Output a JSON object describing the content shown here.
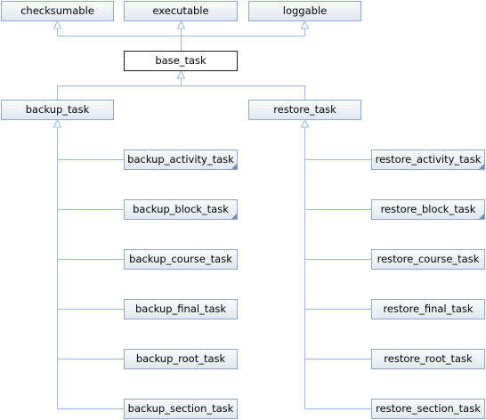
{
  "diagram": {
    "type": "inheritance-graph",
    "edge_color": "#9bbce0",
    "current_class": "base_task",
    "interfaces": [
      {
        "id": "checksumable",
        "label": "checksumable"
      },
      {
        "id": "executable",
        "label": "executable"
      },
      {
        "id": "loggable",
        "label": "loggable"
      }
    ],
    "base": {
      "id": "base_task",
      "label": "base_task"
    },
    "backup": {
      "parent": {
        "id": "backup_task",
        "label": "backup_task"
      },
      "children": [
        {
          "id": "backup_activity_task",
          "label": "backup_activity_task",
          "has_more": true
        },
        {
          "id": "backup_block_task",
          "label": "backup_block_task",
          "has_more": true
        },
        {
          "id": "backup_course_task",
          "label": "backup_course_task",
          "has_more": false
        },
        {
          "id": "backup_final_task",
          "label": "backup_final_task",
          "has_more": false
        },
        {
          "id": "backup_root_task",
          "label": "backup_root_task",
          "has_more": false
        },
        {
          "id": "backup_section_task",
          "label": "backup_section_task",
          "has_more": false
        }
      ]
    },
    "restore": {
      "parent": {
        "id": "restore_task",
        "label": "restore_task"
      },
      "children": [
        {
          "id": "restore_activity_task",
          "label": "restore_activity_task",
          "has_more": true
        },
        {
          "id": "restore_block_task",
          "label": "restore_block_task",
          "has_more": true
        },
        {
          "id": "restore_course_task",
          "label": "restore_course_task",
          "has_more": false
        },
        {
          "id": "restore_final_task",
          "label": "restore_final_task",
          "has_more": false
        },
        {
          "id": "restore_root_task",
          "label": "restore_root_task",
          "has_more": false
        },
        {
          "id": "restore_section_task",
          "label": "restore_section_task",
          "has_more": false
        }
      ]
    }
  }
}
